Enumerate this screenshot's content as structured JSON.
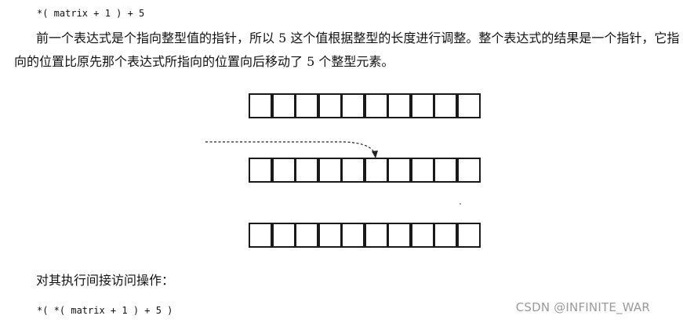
{
  "code_expression_1": "*( matrix + 1 ) + 5",
  "paragraph_1": "前一个表达式是个指向整型值的指针，所以 5 这个值根据整型的长度进行调整。整个表达式的结果是一个指针，它指向的位置比原先那个表达式所指向的位置向后移动了 5 个整型元素。",
  "paragraph_2": "对其执行间接访问操作：",
  "code_expression_2": "*( *( matrix + 1 ) + 5 )",
  "watermark": "CSDN @INFINITE_WAR",
  "diagram": {
    "rows": 3,
    "cells_per_row": 10,
    "pointer_target_row": 2,
    "pointer_target_cell": 6,
    "colors": {
      "stroke": "#1a1a1a",
      "arrow": "#222222",
      "watermark": "#9a9a9a"
    }
  }
}
